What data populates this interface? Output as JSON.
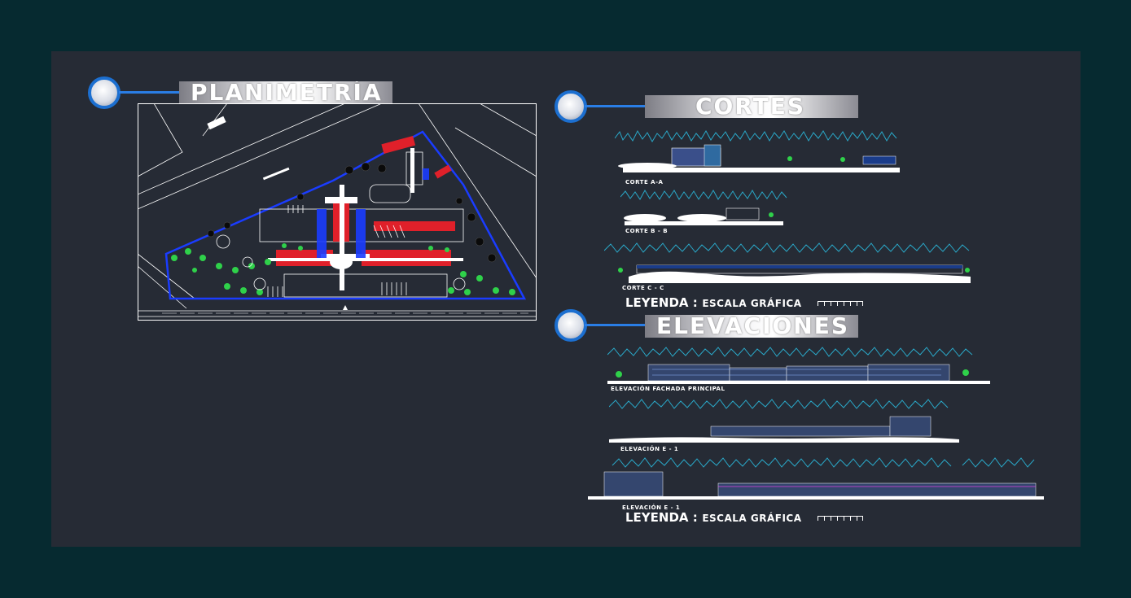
{
  "sections": {
    "planimetria": {
      "title": "PLANIMETRÍA"
    },
    "cortes": {
      "title": "CORTES",
      "labels": [
        "CORTE A-A",
        "CORTE B - B",
        "CORTE C - C"
      ],
      "legend": {
        "word": "LEYENDA :",
        "scale": "ESCALA GRÁFICA"
      }
    },
    "elevaciones": {
      "title": "ELEVACIONES",
      "labels": [
        "ELEVACIÓN FACHADA PRINCIPAL",
        "ELEVACIÓN E - 1",
        "ELEVACIÓN E - 1"
      ],
      "legend": {
        "word": "LEYENDA :",
        "scale": "ESCALA GRÁFICA"
      }
    }
  },
  "colors": {
    "sheet_background": "#262b35",
    "outer_background": "#062a30",
    "linework": "#ffffff",
    "accent_blue": "#1c6fd0",
    "tree_green": "#2fd14a",
    "program_red": "#e0202a",
    "sky_blue": "#2aa8c8"
  },
  "icons": [
    "title-badge-icon",
    "north-arrow-icon",
    "scale-bar-icon"
  ]
}
